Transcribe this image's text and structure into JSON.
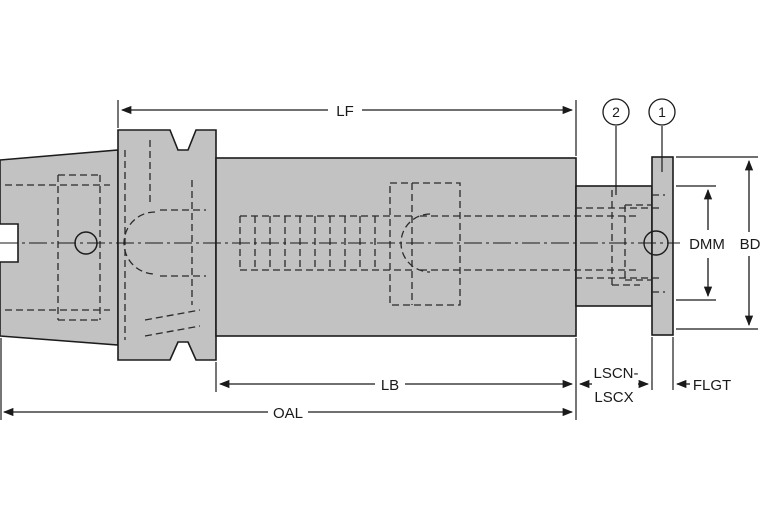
{
  "labels": {
    "lf": "LF",
    "lb": "LB",
    "oal": "OAL",
    "lscn": "LSCN-",
    "lscx": "LSCX",
    "flgt": "FLGT",
    "dmm": "DMM",
    "bd": "BD",
    "callout_1": "1",
    "callout_2": "2"
  }
}
